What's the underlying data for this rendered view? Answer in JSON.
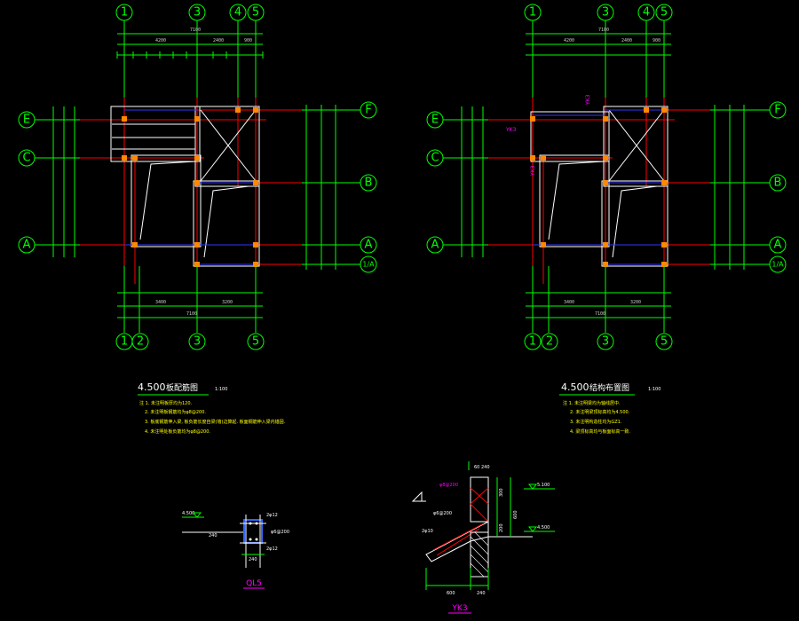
{
  "colors": {
    "grid": "#00ff00",
    "axis": "#ff0000",
    "wall": "#ffffff",
    "beam": "#3333ff",
    "column": "#ff8800",
    "label_magenta": "#ff00ff",
    "background": "#000000"
  },
  "left_plan": {
    "top_axes": [
      "1",
      "3",
      "4",
      "5"
    ],
    "bottom_axes": [
      "1",
      "2",
      "3",
      "5"
    ],
    "left_axes": [
      "E",
      "C",
      "A"
    ],
    "right_axes": [
      "F",
      "B",
      "A",
      "1/A"
    ],
    "total_width": "7100",
    "top_dims": [
      "4200",
      "2400",
      "900"
    ],
    "bottom_dims": [
      "3400",
      "3200"
    ],
    "title": "4.500",
    "title_suffix": "板配筋图",
    "scale": "1:100",
    "notes": [
      "注 1. 未注明板厚均为120.",
      "2. 未注明板钢筋均为φ8@200.",
      "3. 板底钢筋伸入梁, 板负筋长度自梁(墙)边算起. 板面钢筋伸入梁内锚固.",
      "4. 未注明处板负筋均为φ8@200."
    ]
  },
  "right_plan": {
    "top_axes": [
      "1",
      "3",
      "4",
      "5"
    ],
    "bottom_axes": [
      "1",
      "2",
      "3",
      "5"
    ],
    "left_axes": [
      "E",
      "C",
      "A"
    ],
    "right_axes": [
      "F",
      "B",
      "A",
      "1/A"
    ],
    "total_width": "7100",
    "top_dims": [
      "4200",
      "2400",
      "900"
    ],
    "bottom_dims": [
      "3400",
      "3200"
    ],
    "title": "4.500",
    "title_suffix": "结构布置图",
    "scale": "1:100",
    "labels": [
      "YK3",
      "YK3",
      "YK3"
    ],
    "notes": [
      "注 1. 未注明梁均为轴线居中.",
      "2. 未注明梁顶标高均为4.500.",
      "3. 未注明构造柱均为GZ1.",
      "4. 梁顶标高均与板面标高一致."
    ]
  },
  "detail_ql5": {
    "label": "QL5",
    "elevation": "4.500",
    "rebar_top": "2φ12",
    "rebar_bottom": "2φ12",
    "stirrup": "φ6@200",
    "dim_h": "240",
    "dim_w": "240"
  },
  "detail_yk3": {
    "label": "YK3",
    "elevation_top": "5.100",
    "elevation_mid": "4.500",
    "dims_bottom": [
      "600",
      "240"
    ],
    "dims_side": [
      "600",
      "300",
      "200"
    ],
    "dims_top": [
      "60",
      "240"
    ],
    "rebar_notes": [
      "φ8@200",
      "φ6@200",
      "2φ10"
    ]
  }
}
